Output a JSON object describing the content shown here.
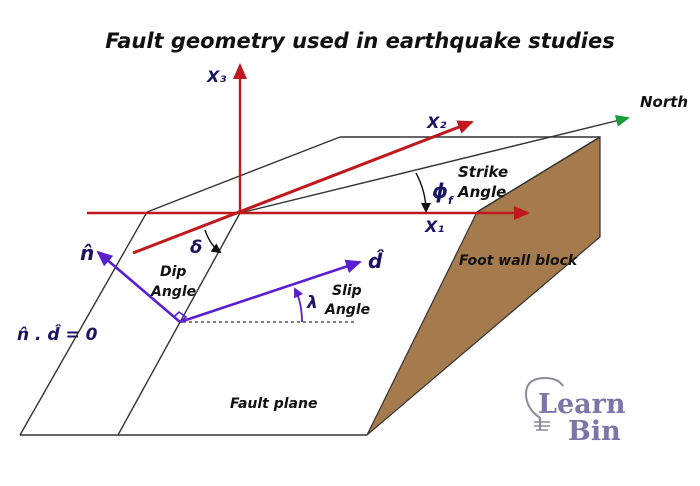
{
  "title": "Fault geometry used in earthquake studies",
  "colors": {
    "axis_red": "#c0181c",
    "vector_purple": "#5a1fd1",
    "label_navy": "#1b1463",
    "north_green": "#1a9a3a",
    "footwall_brown": "#a57a4c",
    "outline": "#333333",
    "logo": "#7b76a8"
  },
  "axes": {
    "x1": "X₁",
    "x2": "X₂",
    "x3": "X₃",
    "north": "North"
  },
  "angles": {
    "strike_symbol": "ϕ",
    "strike_subscript": "f",
    "strike_label_line1": "Strike",
    "strike_label_line2": "Angle",
    "dip_symbol": "δ",
    "dip_label_line1": "Dip",
    "dip_label_line2": "Angle",
    "slip_symbol": "λ",
    "slip_label_line1": "Slip",
    "slip_label_line2": "Angle"
  },
  "vectors": {
    "normal": "n̂",
    "slip": "d̂",
    "orthogonality": "n̂ . d̂ = 0"
  },
  "regions": {
    "footwall": "Foot wall block",
    "fault_plane": "Fault plane"
  },
  "logo": {
    "line1": "Learn",
    "line2": "Bin"
  }
}
